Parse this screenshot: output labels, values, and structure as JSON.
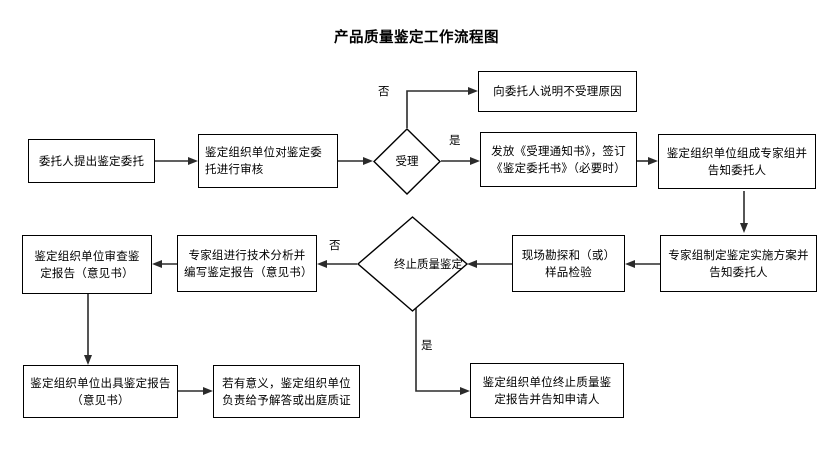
{
  "title": "产品质量鉴定工作流程图",
  "diagram": {
    "type": "flowchart",
    "nodes": [
      {
        "id": "n1",
        "shape": "process",
        "text": "委托人提出鉴定委托"
      },
      {
        "id": "n2",
        "shape": "process",
        "text": "鉴定组织单位对鉴定委托进行审核"
      },
      {
        "id": "d1",
        "shape": "decision",
        "text": "受理"
      },
      {
        "id": "n3",
        "shape": "process",
        "text": "向委托人说明不受理原因"
      },
      {
        "id": "n4",
        "shape": "process",
        "text": "发放《受理通知书》，签订《鉴定委托书》（必要时）"
      },
      {
        "id": "n5",
        "shape": "process",
        "text": "鉴定组织单位组成专家组并告知委托人"
      },
      {
        "id": "n6",
        "shape": "process",
        "text": "专家组制定鉴定实施方案并告知委托人"
      },
      {
        "id": "n7",
        "shape": "process",
        "text": "现场勘探和（或）样品检验"
      },
      {
        "id": "d2",
        "shape": "decision",
        "text": "终止质量鉴定"
      },
      {
        "id": "n8",
        "shape": "process",
        "text": "专家组进行技术分析并编写鉴定报告（意见书）"
      },
      {
        "id": "n9",
        "shape": "process",
        "text": "鉴定组织单位审查鉴定报告（意见书）"
      },
      {
        "id": "n10",
        "shape": "process",
        "text": "鉴定组织单位出具鉴定报告（意见书）"
      },
      {
        "id": "n11",
        "shape": "process",
        "text": "若有意义，鉴定组织单位负责给予解答或出庭质证"
      },
      {
        "id": "n12",
        "shape": "process",
        "text": "鉴定组织单位终止质量鉴定报告并告知申请人"
      }
    ],
    "edge_labels": {
      "accept_no": "否",
      "accept_yes": "是",
      "terminate_no": "否",
      "terminate_yes": "是"
    },
    "line_color": "#2b2b2b",
    "node_border_color": "#000000",
    "node_fill_color": "#ffffff"
  }
}
